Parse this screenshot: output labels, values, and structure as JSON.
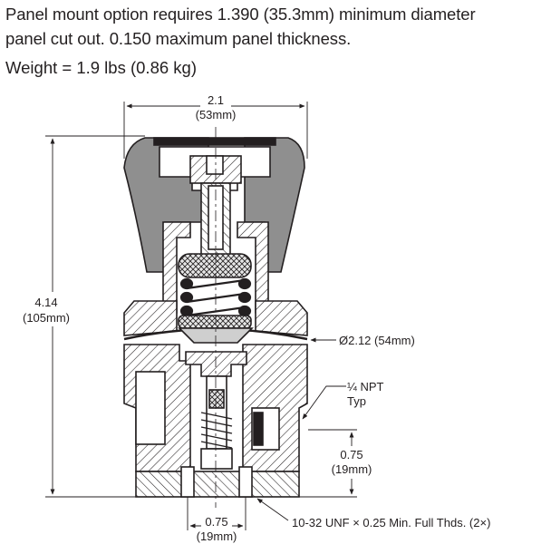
{
  "notes": {
    "line1": "Panel mount option requires 1.390 (35.3mm) minimum diameter",
    "line2": "panel cut out. 0.150 maximum panel thickness.",
    "weight": "Weight = 1.9 lbs (0.86 kg)"
  },
  "dimensions": {
    "width_in": "2.1",
    "width_mm": "(53mm)",
    "height_in": "4.14",
    "height_mm": "(105mm)",
    "diameter": "Ø2.12 (54mm)",
    "port_line1": "¼ NPT",
    "port_line2": "Typ",
    "port_height_in": "0.75",
    "port_height_mm": "(19mm)",
    "bottom_spacing_in": "0.75",
    "bottom_spacing_mm": "(19mm)",
    "thread_note": "10-32 UNF × 0.25 Min. Full Thds. (2×)"
  },
  "colors": {
    "ink": "#231f20",
    "knob_fill": "#8f8f8f",
    "hatch": "#231f20",
    "background": "#ffffff"
  }
}
